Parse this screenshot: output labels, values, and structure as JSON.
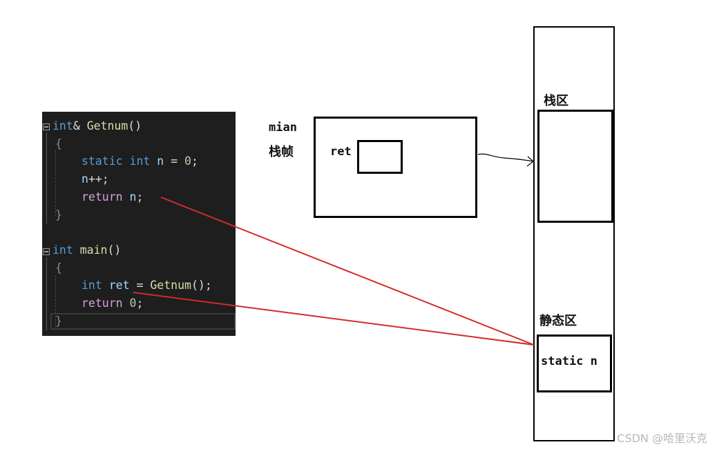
{
  "code": {
    "lines": [
      {
        "indent": 0,
        "tokens": [
          {
            "t": "int",
            "c": "kw"
          },
          {
            "t": "& "
          },
          {
            "t": "Getnum",
            "c": "fn"
          },
          {
            "t": "()"
          }
        ]
      },
      {
        "indent": 1,
        "tokens": [
          {
            "t": "{"
          }
        ]
      },
      {
        "indent": 2,
        "tokens": [
          {
            "t": "static",
            "c": "kw"
          },
          {
            "t": " "
          },
          {
            "t": "int",
            "c": "kw"
          },
          {
            "t": " "
          },
          {
            "t": "n",
            "c": "var"
          },
          {
            "t": " = "
          },
          {
            "t": "0",
            "c": "num"
          },
          {
            "t": ";"
          }
        ]
      },
      {
        "indent": 2,
        "tokens": [
          {
            "t": "n",
            "c": "var"
          },
          {
            "t": "++;"
          }
        ]
      },
      {
        "indent": 2,
        "tokens": [
          {
            "t": "return",
            "c": "ctl"
          },
          {
            "t": " "
          },
          {
            "t": "n",
            "c": "var"
          },
          {
            "t": ";"
          }
        ]
      },
      {
        "indent": 1,
        "tokens": [
          {
            "t": "}"
          }
        ]
      },
      {
        "indent": 0,
        "tokens": []
      },
      {
        "indent": 0,
        "tokens": [
          {
            "t": "int",
            "c": "kw"
          },
          {
            "t": " "
          },
          {
            "t": "main",
            "c": "fn"
          },
          {
            "t": "()"
          }
        ]
      },
      {
        "indent": 1,
        "tokens": [
          {
            "t": "{"
          }
        ]
      },
      {
        "indent": 2,
        "tokens": [
          {
            "t": "int",
            "c": "kw"
          },
          {
            "t": " "
          },
          {
            "t": "ret",
            "c": "var"
          },
          {
            "t": " = "
          },
          {
            "t": "Getnum",
            "c": "fn"
          },
          {
            "t": "();"
          }
        ]
      },
      {
        "indent": 2,
        "tokens": [
          {
            "t": "return",
            "c": "ctl"
          },
          {
            "t": " "
          },
          {
            "t": "0",
            "c": "num"
          },
          {
            "t": ";"
          }
        ]
      },
      {
        "indent": 1,
        "tokens": [
          {
            "t": "}"
          }
        ]
      }
    ]
  },
  "frame": {
    "name": "mian",
    "subtitle": "栈帧",
    "var_label": "ret"
  },
  "memory": {
    "stack_label": "栈区",
    "static_label": "静态区",
    "static_var": "static n"
  },
  "watermark": "CSDN @哈里沃克",
  "colors": {
    "arrow": "#d42a2a",
    "code_bg": "#1e1e1e"
  }
}
